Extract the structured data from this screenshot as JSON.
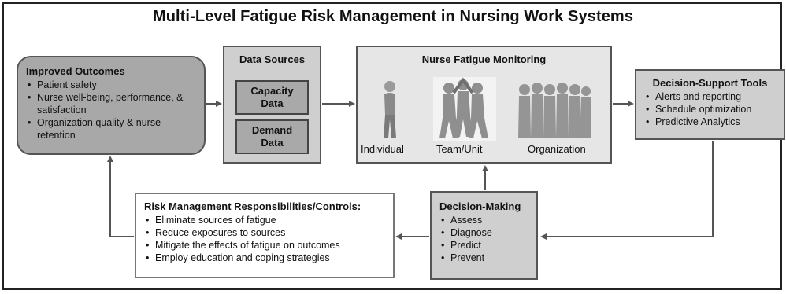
{
  "title": "Multi-Level Fatigue Risk Management in Nursing Work Systems",
  "improved_outcomes": {
    "title": "Improved Outcomes",
    "items": [
      "Patient safety",
      "Nurse well-being, performance, & satisfaction",
      "Organization quality & nurse retention"
    ]
  },
  "data_sources": {
    "title": "Data Sources",
    "capacity": "Capacity Data",
    "demand": "Demand Data"
  },
  "monitoring": {
    "title": "Nurse Fatigue Monitoring",
    "individual": "Individual",
    "team": "Team/Unit",
    "organization": "Organization"
  },
  "decision_support": {
    "title": "Decision-Support Tools",
    "items": [
      "Alerts and reporting",
      "Schedule optimization",
      "Predictive Analytics"
    ]
  },
  "risk_management": {
    "title": "Risk Management Responsibilities/Controls:",
    "items": [
      "Eliminate sources of fatigue",
      "Reduce exposures to sources",
      "Mitigate the effects of fatigue on outcomes",
      "Employ education and coping strategies"
    ]
  },
  "decision_making": {
    "title": "Decision-Making",
    "items": [
      "Assess",
      "Diagnose",
      "Predict",
      "Prevent"
    ]
  }
}
